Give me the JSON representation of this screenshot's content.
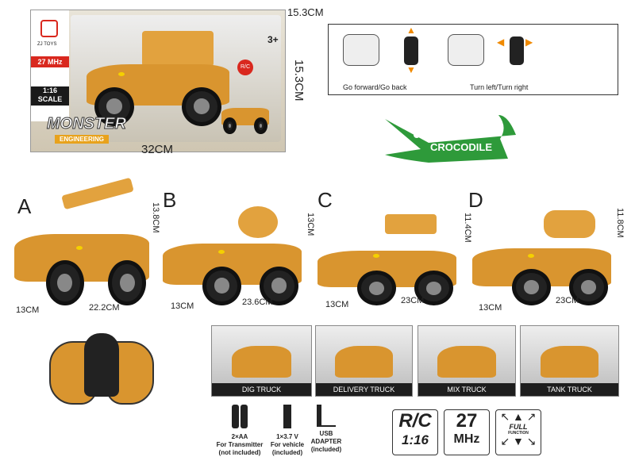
{
  "package": {
    "brand": "ZJ TOYS",
    "frequency": "27 MHz",
    "scale": "1:16",
    "scale_label": "SCALE",
    "title": "MONSTER",
    "subtitle": "ENGINEERING",
    "age": "3+",
    "badge": "R/C",
    "dims": {
      "depth": "15.3CM",
      "height": "15.3CM",
      "width": "32CM"
    }
  },
  "instructions": {
    "forward_back": "Go forward/Go back",
    "turn": "Turn left/Turn right"
  },
  "logo_text": "CROCODILE",
  "variants": [
    {
      "letter": "A",
      "height": "13.8CM",
      "width": "13CM",
      "length": "22.2CM"
    },
    {
      "letter": "B",
      "height": "13CM",
      "width": "13CM",
      "length": "23.6CM"
    },
    {
      "letter": "C",
      "height": "11.4CM",
      "width": "13CM",
      "length": "23CM"
    },
    {
      "letter": "D",
      "height": "11.8CM",
      "width": "13CM",
      "length": "23CM"
    }
  ],
  "modes": [
    "DIG TRUCK",
    "DELIVERY TRUCK",
    "MIX TRUCK",
    "TANK TRUCK"
  ],
  "accessories": [
    {
      "l1": "2×AA",
      "l2": "For Transmitter",
      "l3": "(not included)"
    },
    {
      "l1": "1×3.7 V",
      "l2": "For vehicle",
      "l3": "(included)"
    },
    {
      "l1": "USB",
      "l2": "ADAPTER",
      "l3": "(included)"
    }
  ],
  "badges": {
    "rc": "R/C",
    "rc_scale": "1:16",
    "freq_num": "27",
    "freq_unit": "MHz",
    "full": "FULL",
    "function": "FUNCTION"
  },
  "colors": {
    "body": "#d9952f",
    "croc": "#2e9a3a",
    "red": "#d9281e"
  }
}
